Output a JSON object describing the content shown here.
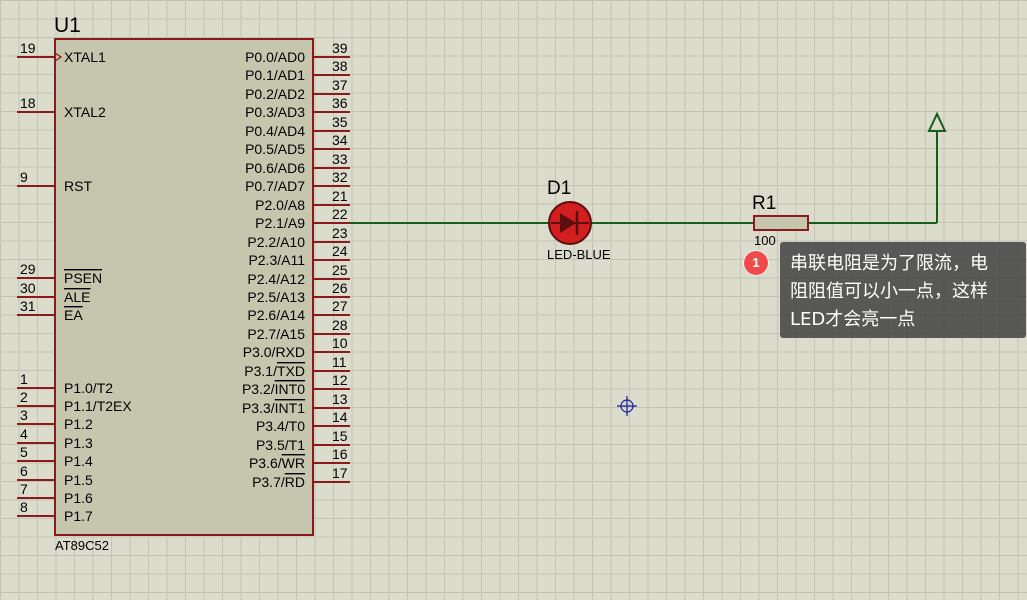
{
  "chip": {
    "ref": "U1",
    "part": "AT89C52",
    "left_pins": [
      {
        "num": "19",
        "name": "XTAL1",
        "clock": true
      },
      {
        "num": "18",
        "name": "XTAL2"
      },
      {
        "num": "9",
        "name": "RST"
      },
      {
        "num": "29",
        "name": "PSEN",
        "overbar": true
      },
      {
        "num": "30",
        "name": "ALE",
        "overbar": true
      },
      {
        "num": "31",
        "name": "EA",
        "overbar": true
      },
      {
        "num": "1",
        "name": "P1.0/T2"
      },
      {
        "num": "2",
        "name": "P1.1/T2EX"
      },
      {
        "num": "3",
        "name": "P1.2"
      },
      {
        "num": "4",
        "name": "P1.3"
      },
      {
        "num": "5",
        "name": "P1.4"
      },
      {
        "num": "6",
        "name": "P1.5"
      },
      {
        "num": "7",
        "name": "P1.6"
      },
      {
        "num": "8",
        "name": "P1.7"
      }
    ],
    "right_pins": [
      {
        "num": "39",
        "name": "P0.0/AD0"
      },
      {
        "num": "38",
        "name": "P0.1/AD1"
      },
      {
        "num": "37",
        "name": "P0.2/AD2"
      },
      {
        "num": "36",
        "name": "P0.3/AD3"
      },
      {
        "num": "35",
        "name": "P0.4/AD4"
      },
      {
        "num": "34",
        "name": "P0.5/AD5"
      },
      {
        "num": "33",
        "name": "P0.6/AD6"
      },
      {
        "num": "32",
        "name": "P0.7/AD7"
      },
      {
        "num": "21",
        "name": "P2.0/A8"
      },
      {
        "num": "22",
        "name": "P2.1/A9"
      },
      {
        "num": "23",
        "name": "P2.2/A10"
      },
      {
        "num": "24",
        "name": "P2.3/A11"
      },
      {
        "num": "25",
        "name": "P2.4/A12"
      },
      {
        "num": "26",
        "name": "P2.5/A13"
      },
      {
        "num": "27",
        "name": "P2.6/A14"
      },
      {
        "num": "28",
        "name": "P2.7/A15"
      },
      {
        "num": "10",
        "name": "P3.0/RXD"
      },
      {
        "num": "11",
        "name": "P3.1/",
        "bar": "TXD"
      },
      {
        "num": "12",
        "name": "P3.2/",
        "bar": "INT0"
      },
      {
        "num": "13",
        "name": "P3.3/",
        "bar": "INT1"
      },
      {
        "num": "14",
        "name": "P3.4/T0"
      },
      {
        "num": "15",
        "name": "P3.5/T1"
      },
      {
        "num": "16",
        "name": "P3.6/",
        "bar": "WR"
      },
      {
        "num": "17",
        "name": "P3.7/",
        "bar": "RD"
      }
    ]
  },
  "led": {
    "ref": "D1",
    "value": "LED-BLUE"
  },
  "resistor": {
    "ref": "R1",
    "value": "100"
  },
  "annotation": {
    "badge": "1",
    "lines": [
      "串联电阻是为了限流，电",
      "阻阻值可以小一点，这样",
      "LED才会亮一点"
    ]
  },
  "colors": {
    "wire": "#1a5c1a",
    "component": "#8b1a1a",
    "chip_fill": "#c6c6ae",
    "led_fill": "#d21e1e",
    "text": "#000000",
    "cursor": "#1a1aa0"
  }
}
